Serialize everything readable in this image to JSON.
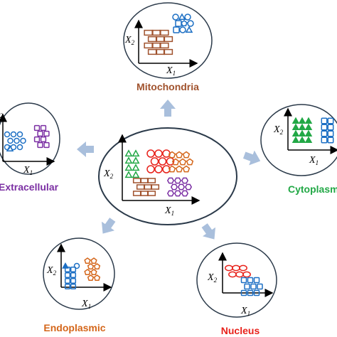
{
  "axis": {
    "x": "X",
    "x_sub": "1",
    "y": "X",
    "y_sub": "2"
  },
  "labels": {
    "mitochondria": "Mitochondria",
    "cytoplasm": "Cytoplasm",
    "nucleus": "Nucleus",
    "endoplasmic": "Endoplasmic",
    "extracellular": "Extracellular"
  },
  "colors": {
    "mitochondria": "#a0522d",
    "cytoplasm": "#22a846",
    "nucleus": "#e8221b",
    "endoplasmic": "#d4661a",
    "extracellular": "#7b2fa3",
    "blue_marker": "#1c6fc4",
    "arrow": "#a9bfdc",
    "ellipse": "#2b3a4a"
  }
}
